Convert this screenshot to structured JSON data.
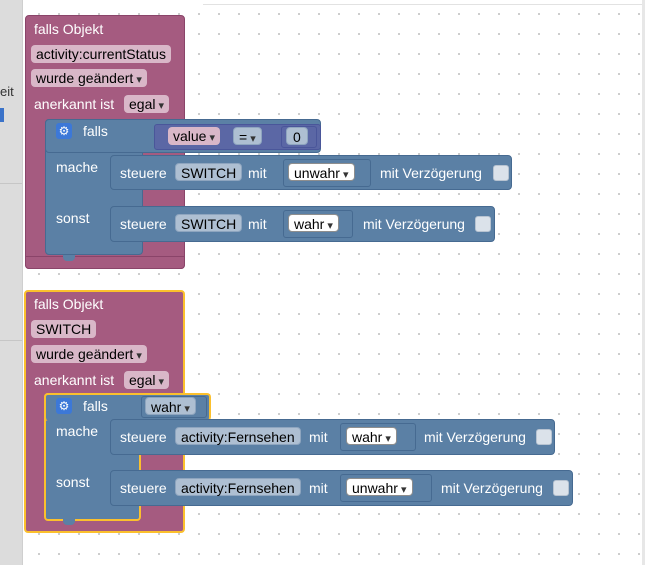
{
  "sidebar": {
    "cut_text": "eit"
  },
  "block1": {
    "title": "falls Objekt",
    "object": "activity:currentStatus",
    "trigger": "wurde geändert",
    "ack_label": "anerkannt ist",
    "ack_value": "egal",
    "if_label": "falls",
    "cond_left": "value",
    "cond_op": "=",
    "cond_right": "0",
    "then_label": "mache",
    "else_label": "sonst",
    "then_action": {
      "prefix": "steuere",
      "target": "SWITCH",
      "mit": "mit",
      "value": "unwahr",
      "delay_label": "mit Verzögerung"
    },
    "else_action": {
      "prefix": "steuere",
      "target": "SWITCH",
      "mit": "mit",
      "value": "wahr",
      "delay_label": "mit Verzögerung"
    }
  },
  "block2": {
    "title": "falls Objekt",
    "object": "SWITCH",
    "trigger": "wurde geändert",
    "ack_label": "anerkannt ist",
    "ack_value": "egal",
    "if_label": "falls",
    "cond_value": "wahr",
    "then_label": "mache",
    "else_label": "sonst",
    "then_action": {
      "prefix": "steuere",
      "target": "activity:Fernsehen",
      "mit": "mit",
      "value": "wahr",
      "delay_label": "mit Verzögerung"
    },
    "else_action": {
      "prefix": "steuere",
      "target": "activity:Fernsehen",
      "mit": "mit",
      "value": "unwahr",
      "delay_label": "mit Verzögerung"
    }
  },
  "colors": {
    "event": "#a55b80",
    "control": "#5b80a5",
    "selected": "#fbc02d",
    "gear": "#3c78d8"
  }
}
